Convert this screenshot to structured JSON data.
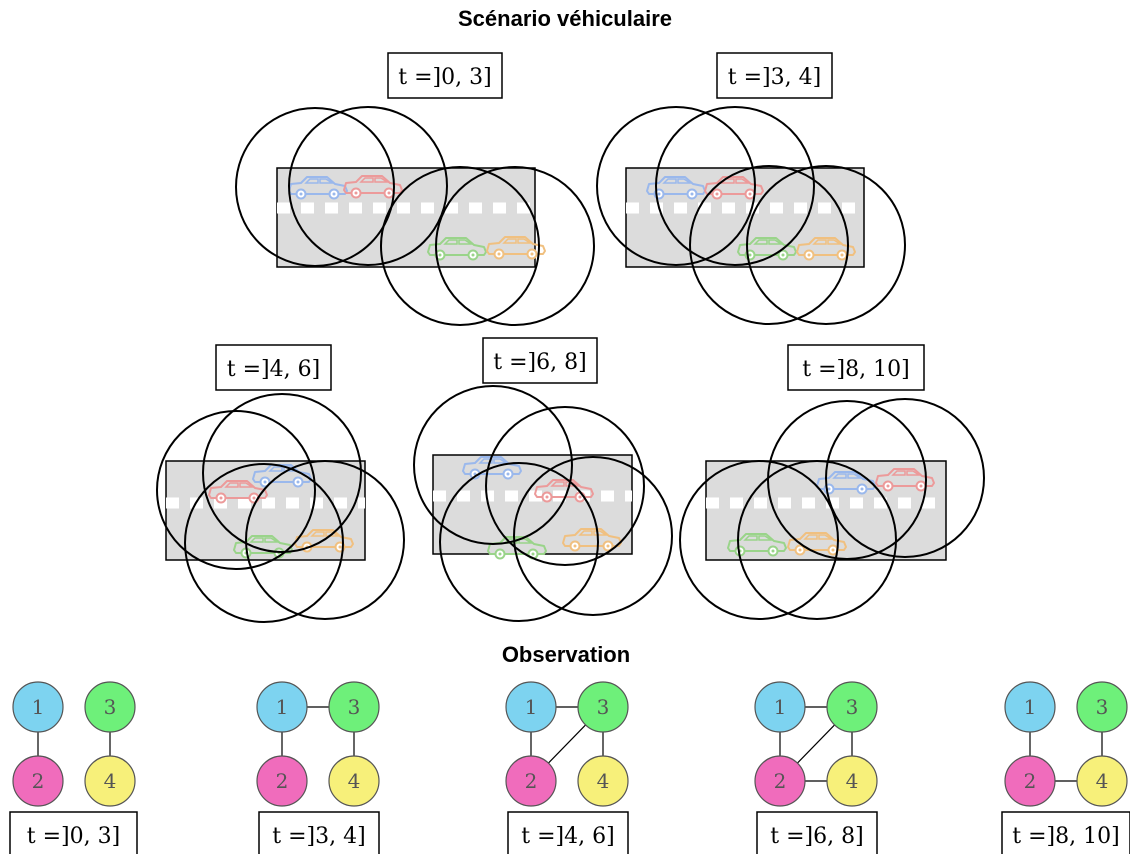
{
  "titles": {
    "scenario": "Scénario véhiculaire",
    "observation": "Observation"
  },
  "colors": {
    "road": "#dcdcdc",
    "node1": "#7dd3f0",
    "node2": "#f06cbc",
    "node3": "#6ef07a",
    "node4": "#f7f07a",
    "car1": "#9ab8ec",
    "car2": "#ec9a9a",
    "car3": "#9ad48a",
    "car4": "#f0c080"
  },
  "scenario": {
    "panels": [
      {
        "label": "t =]0, 3]"
      },
      {
        "label": "t =]3, 4]"
      },
      {
        "label": "t =]4, 6]"
      },
      {
        "label": "t =]6, 8]"
      },
      {
        "label": "t =]8, 10]"
      }
    ]
  },
  "observation": {
    "node_labels": [
      "1",
      "2",
      "3",
      "4"
    ],
    "graphs": [
      {
        "label": "t =]0, 3]",
        "edges": [
          [
            "1",
            "2"
          ],
          [
            "3",
            "4"
          ]
        ]
      },
      {
        "label": "t =]3, 4]",
        "edges": [
          [
            "1",
            "2"
          ],
          [
            "3",
            "4"
          ],
          [
            "1",
            "3"
          ]
        ]
      },
      {
        "label": "t =]4, 6]",
        "edges": [
          [
            "1",
            "2"
          ],
          [
            "3",
            "4"
          ],
          [
            "1",
            "3"
          ],
          [
            "2",
            "3"
          ]
        ]
      },
      {
        "label": "t =]6, 8]",
        "edges": [
          [
            "1",
            "2"
          ],
          [
            "3",
            "4"
          ],
          [
            "1",
            "3"
          ],
          [
            "2",
            "3"
          ],
          [
            "2",
            "4"
          ]
        ]
      },
      {
        "label": "t =]8, 10]",
        "edges": [
          [
            "1",
            "2"
          ],
          [
            "3",
            "4"
          ],
          [
            "2",
            "4"
          ]
        ]
      }
    ]
  }
}
